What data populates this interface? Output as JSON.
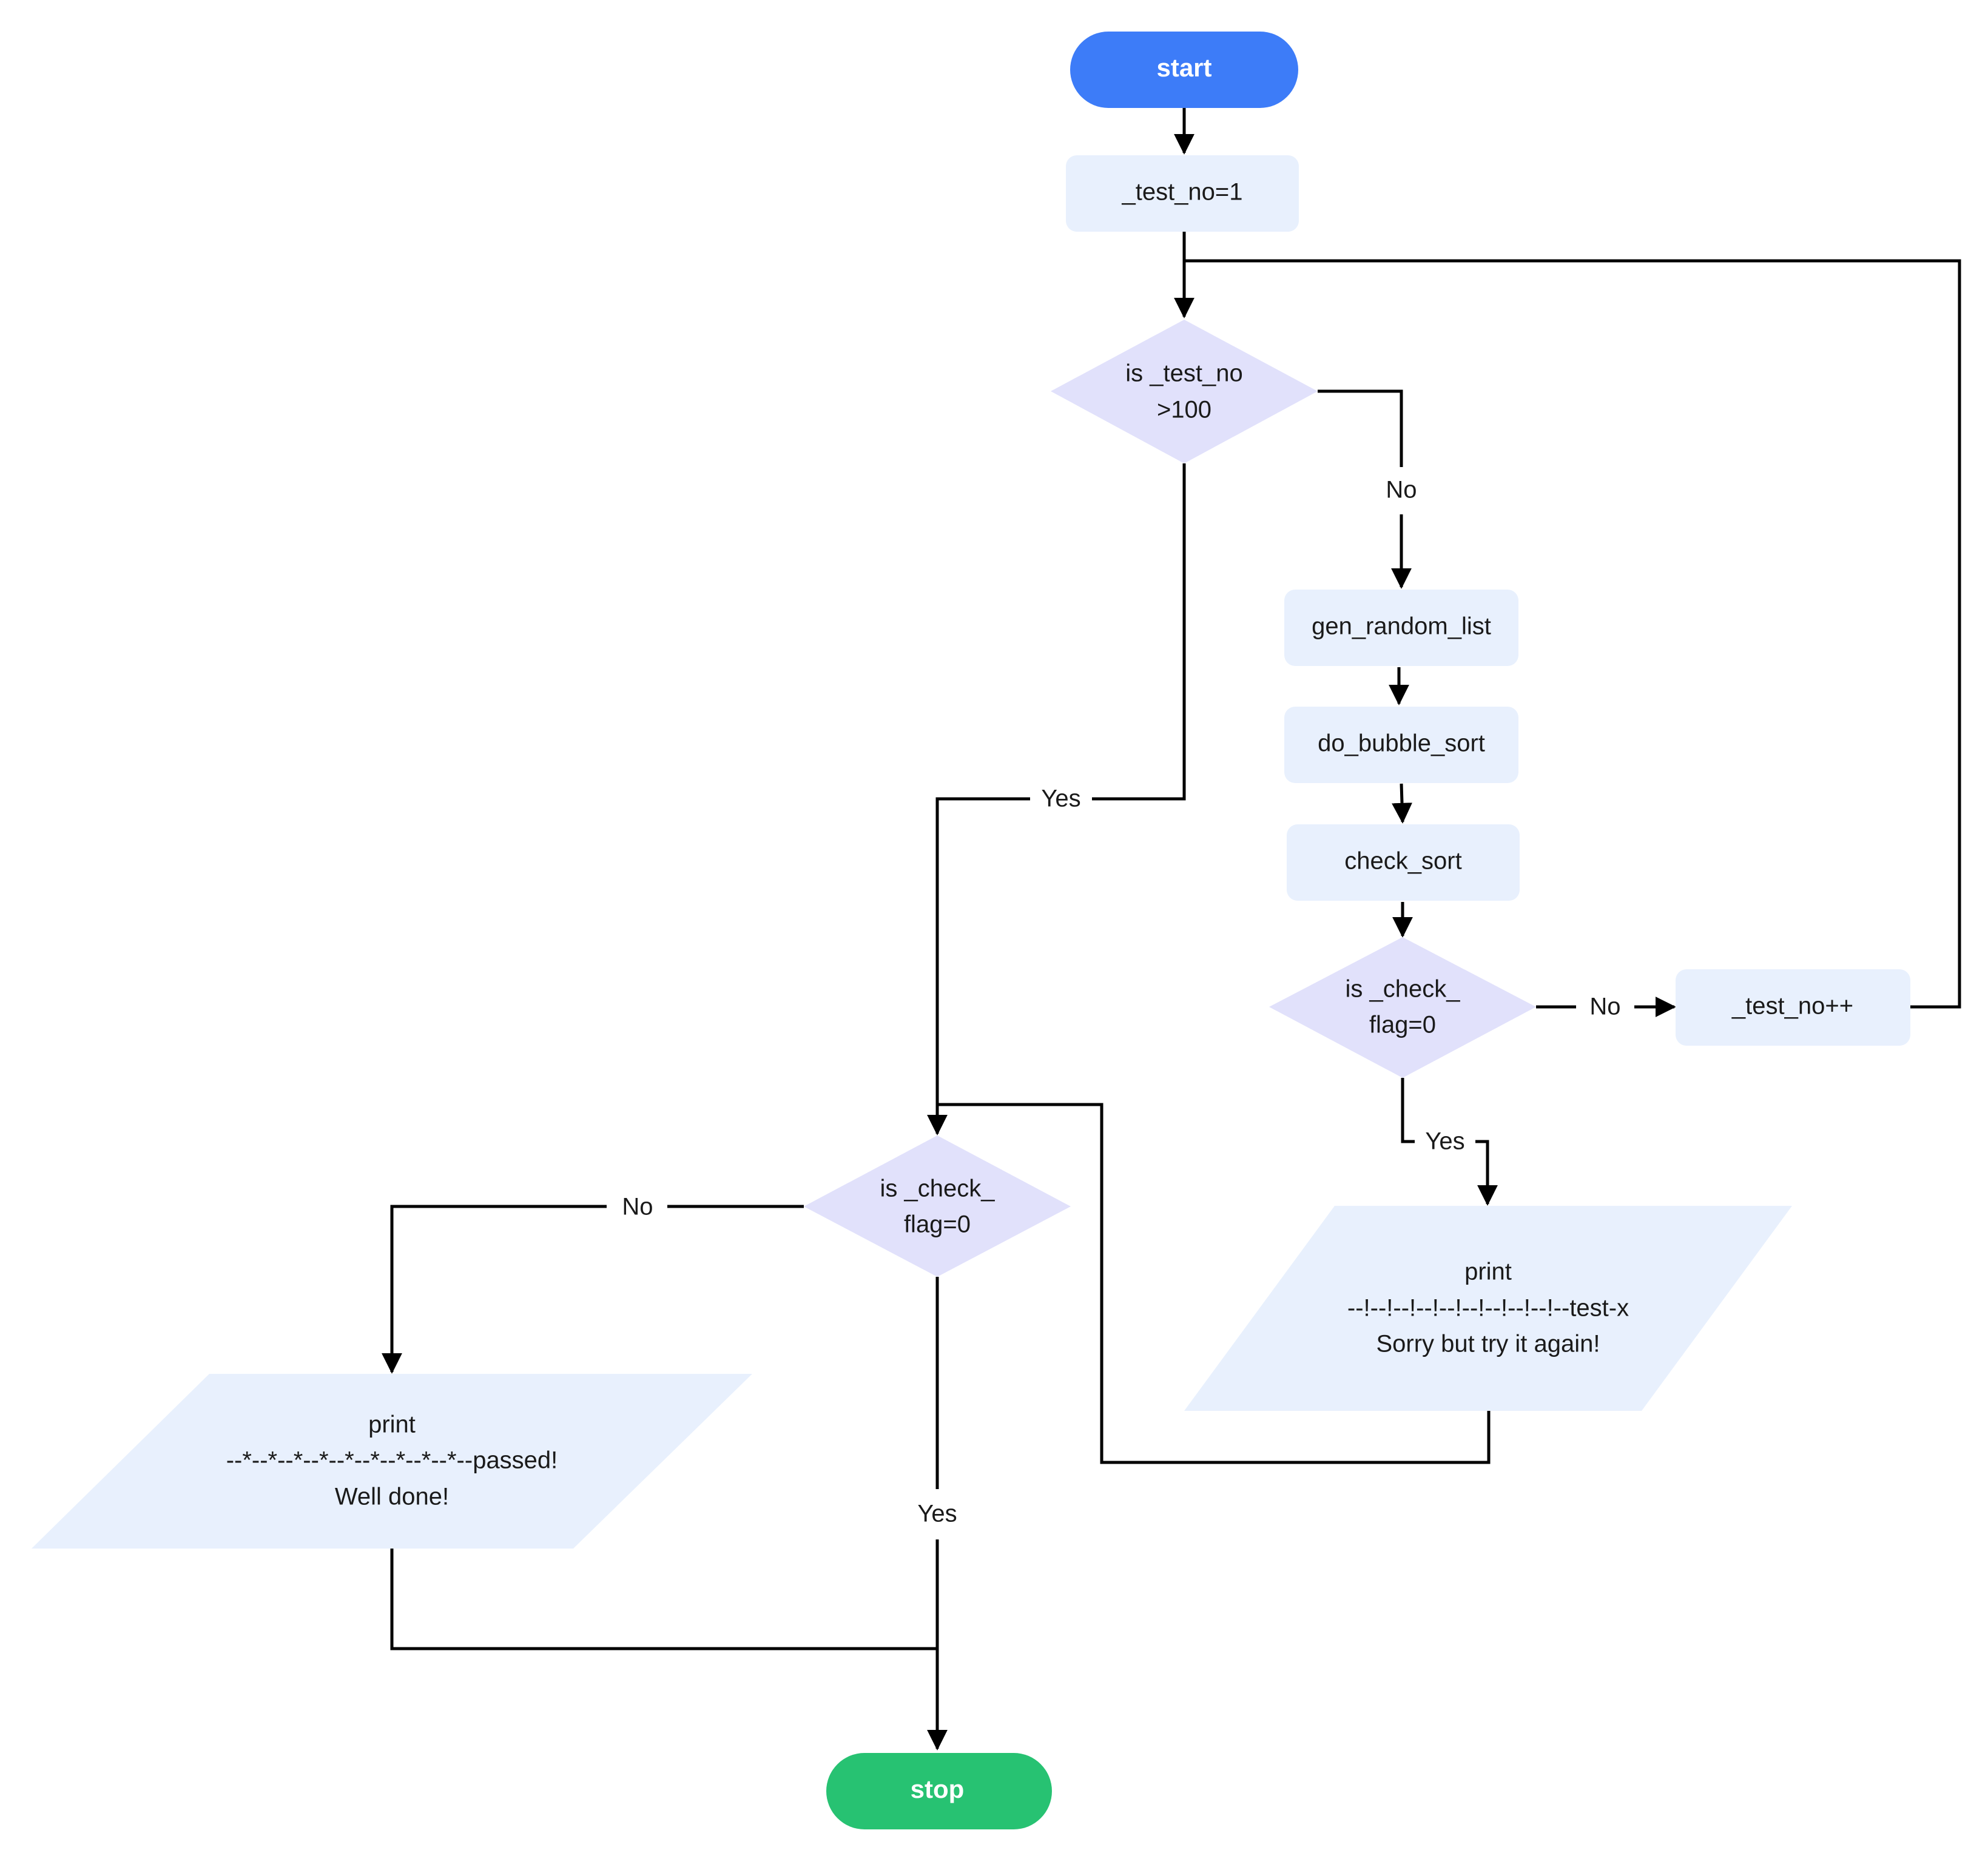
{
  "colors": {
    "start_fill": "#3d7cf8",
    "stop_fill": "#27c272",
    "process_fill": "#e8f0fd",
    "decision_fill": "#e1e1fb",
    "io_fill": "#e8f0fd",
    "line": "#000000",
    "text": "#1a1a1a"
  },
  "nodes": {
    "start": {
      "label": "start"
    },
    "init": {
      "label": "_test_no=1"
    },
    "decision_test": {
      "line1": "is  _test_no",
      "line2": ">100"
    },
    "gen": {
      "label": "gen_random_list"
    },
    "sort": {
      "label": "do_bubble_sort"
    },
    "check": {
      "label": "check_sort"
    },
    "decision_flag_right": {
      "line1": "is  _check_",
      "line2": "flag=0"
    },
    "increment": {
      "label": "_test_no++"
    },
    "print_fail": {
      "line1": "print",
      "line2": "--!--!--!--!--!--!--!--!--!--test-x",
      "line3": "Sorry but try it again!"
    },
    "decision_flag_left": {
      "line1": "is  _check_",
      "line2": "flag=0"
    },
    "print_pass": {
      "line1": "print",
      "line2": "--*--*--*--*--*--*--*--*--*--passed!",
      "line3": "Well done!"
    },
    "stop": {
      "label": "stop"
    }
  },
  "edges": {
    "test_no": "No",
    "test_yes": "Yes",
    "flag_right_no": "No",
    "flag_right_yes": "Yes",
    "flag_left_no": "No",
    "flag_left_yes": "Yes"
  }
}
